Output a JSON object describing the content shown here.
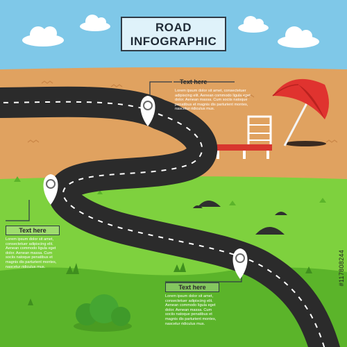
{
  "title": {
    "line1": "ROAD",
    "line2": "INFOGRAPHIC"
  },
  "callouts": [
    {
      "heading": "Text here",
      "body": "Lorem ipsum dolor sit amet, consectetuer adipiscing elit. Aenean commodo ligula eget dolor. Aenean massa. Cum sociis natoque penatibus et magnis dis parturient montes, nascetur ridiculus mus."
    },
    {
      "heading": "Text here",
      "body": "Lorem ipsum dolor sit amet, consectetuer adipiscing elit. Aenean commodo ligula eget dolor. Aenean massa. Cum sociis natoque penatibus et magnis dis parturient montes, nascetur ridiculus mus."
    },
    {
      "heading": "Text here",
      "body": "Lorem ipsum dolor sit amet, consectetuer adipiscing elit. Aenean commodo ligula eget dolor. Aenean massa. Cum sociis natoque penatibus et magnis dis parturient montes, nascetur ridiculus mus."
    }
  ],
  "watermark": "#117808244",
  "colors": {
    "sky": "#7fc8e8",
    "sand": "#e0a260",
    "grass": "#7ed13e",
    "grass_dark": "#5bb42a",
    "road": "#2b2b2b",
    "umbrella": "#e0332f",
    "sunbed": "#d8362e"
  }
}
